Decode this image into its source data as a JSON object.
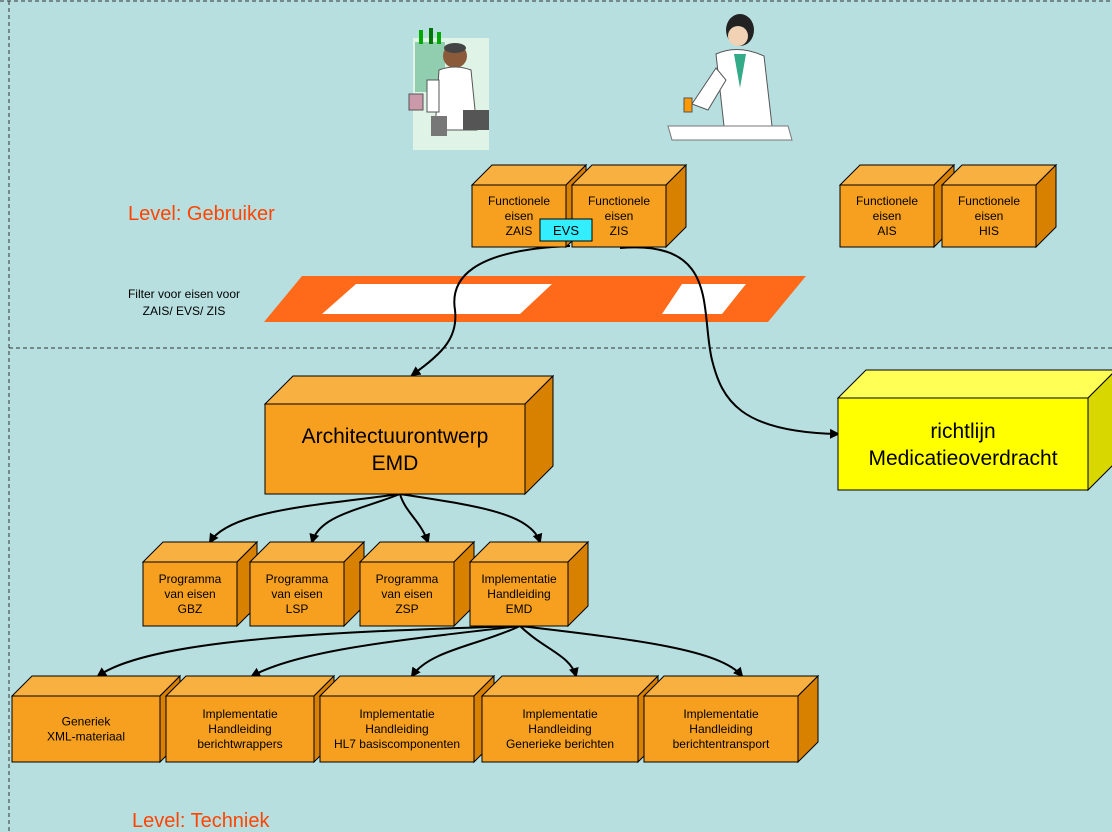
{
  "levels": {
    "user": "Level: Gebruiker",
    "tech": "Level: Techniek"
  },
  "filter": {
    "lines": [
      "Filter voor eisen voor",
      "ZAIS/ EVS/ ZIS"
    ]
  },
  "boxes": {
    "func_zais": [
      "Functionele",
      "eisen",
      "ZAIS"
    ],
    "func_zis": [
      "Functionele",
      "eisen",
      "ZIS"
    ],
    "evs": [
      "EVS"
    ],
    "func_ais": [
      "Functionele",
      "eisen",
      "AIS"
    ],
    "func_his": [
      "Functionele",
      "eisen",
      "HIS"
    ],
    "arch": [
      "Architectuurontwerp",
      "EMD"
    ],
    "richtlijn": [
      "richtlijn",
      "Medicatieoverdracht"
    ],
    "pve_gbz": [
      "Programma",
      "van eisen",
      "GBZ"
    ],
    "pve_lsp": [
      "Programma",
      "van eisen",
      "LSP"
    ],
    "pve_zsp": [
      "Programma",
      "van eisen",
      "ZSP"
    ],
    "impl_emd": [
      "Implementatie",
      "Handleiding",
      "EMD"
    ],
    "xml": [
      "Generiek",
      "XML-materiaal"
    ],
    "impl_wrap": [
      "Implementatie",
      "Handleiding",
      "berichtwrappers"
    ],
    "impl_hl7": [
      "Implementatie",
      "Handleiding",
      "HL7 basiscomponenten"
    ],
    "impl_gen": [
      "Implementatie",
      "Handleiding",
      "Generieke berichten"
    ],
    "impl_trans": [
      "Implementatie",
      "Handleiding",
      "berichtentransport"
    ]
  },
  "colors": {
    "background": "#b8dfe0",
    "box_orange": "#f7a020",
    "box_side": "#d88000",
    "box_top": "#f8b040",
    "box_yellow": "#ffff00",
    "evs_cyan": "#33eeff",
    "level_text": "#ff4400",
    "filter_band": "#ff6a1a"
  },
  "icons": [
    "pharmacist-icon",
    "doctor-icon"
  ]
}
